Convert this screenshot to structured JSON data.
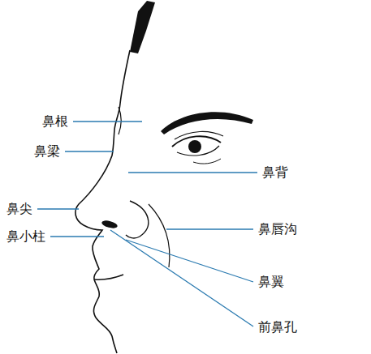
{
  "diagram": {
    "labels": [
      "鼻根",
      "鼻梁",
      "鼻背",
      "鼻尖",
      "鼻唇沟",
      "鼻小柱",
      "鼻翼",
      "前鼻孔"
    ]
  }
}
